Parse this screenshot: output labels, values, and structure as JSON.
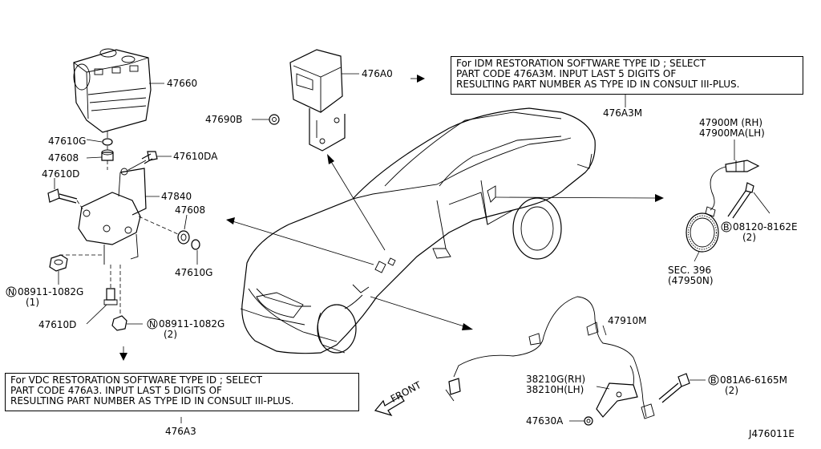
{
  "notes": {
    "idm": [
      "For IDM RESTORATION SOFTWARE TYPE ID ; SELECT",
      "PART CODE 476A3M. INPUT LAST 5 DIGITS OF",
      "RESULTING PART NUMBER AS TYPE ID IN CONSULT III-PLUS."
    ],
    "vdc": [
      "For VDC RESTORATION SOFTWARE TYPE ID ; SELECT",
      "PART CODE 476A3. INPUT LAST 5 DIGITS OF",
      "RESULTING PART NUMBER AS TYPE ID IN CONSULT III-PLUS."
    ]
  },
  "labels": {
    "p47660": "47660",
    "p47610G_a": "47610G",
    "p47608_a": "47608",
    "p47610DA": "47610DA",
    "p47610D_a": "47610D",
    "p47840": "47840",
    "p47608_b": "47608",
    "p47610G_b": "47610G",
    "n08911_a": "08911-1082G",
    "n08911_a_qty": "(1)",
    "p47610D_b": "47610D",
    "n08911_b": "08911-1082G",
    "n08911_b_qty": "(2)",
    "p476A0": "476A0",
    "p47690B": "47690B",
    "p476A3M": "476A3M",
    "p47900M": "47900M  (RH)",
    "p47900MA": "47900MA(LH)",
    "b08120": "08120-8162E",
    "b08120_qty": "(2)",
    "sec396": "SEC. 396",
    "p47950N": "(47950N)",
    "p47910M": "47910M",
    "p38210G": "38210G(RH)",
    "p38210H": "38210H(LH)",
    "b081A6": "081A6-6165M",
    "b081A6_qty": "(2)",
    "p47630A": "47630A",
    "p476A3": "476A3",
    "front": "FRONT",
    "diagram_id": "J476011E"
  },
  "symbols": {
    "n": "N",
    "b": "B"
  }
}
